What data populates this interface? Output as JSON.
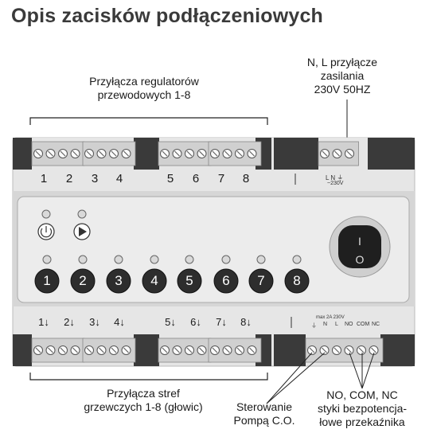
{
  "title": "Opis zacisków podłączeniowych",
  "labels": {
    "regulators": [
      "Przyłącza regulatorów",
      "przewodowych 1-8"
    ],
    "power": [
      "N, L przyłącze",
      "zasilania",
      "230V 50HZ"
    ],
    "zones": [
      "Przyłącza stref",
      "grzewczych 1-8 (głowic)"
    ],
    "pump": [
      "Sterowanie",
      "Pompą C.O."
    ],
    "relay": [
      "NO, COM, NC",
      "styki bezpotencja-",
      "łowe przekaźnika"
    ]
  },
  "top_numbers": [
    "1",
    "2",
    "3",
    "4",
    "5",
    "6",
    "7",
    "8"
  ],
  "bottom_numbers": [
    "1↓",
    "2↓",
    "3↓",
    "4↓",
    "5↓",
    "6↓",
    "7↓",
    "8↓"
  ],
  "power_terminal": {
    "top": "L  N  ⏚",
    "bottom": "~230V"
  },
  "relay_terminal": {
    "top": "max 2A 230V",
    "items": [
      "⏚",
      "N",
      "L",
      "NO",
      "COM",
      "NC"
    ]
  },
  "zone_buttons": [
    "1",
    "2",
    "3",
    "4",
    "5",
    "6",
    "7",
    "8"
  ],
  "power_switch": {
    "on": "I",
    "off": "O"
  },
  "colors": {
    "housing": "#e6e6e6",
    "dark_block": "#3a3a3a",
    "terminal": "#d0d0d0",
    "button": "#2d2d2d",
    "led": "#d9d9d9"
  }
}
